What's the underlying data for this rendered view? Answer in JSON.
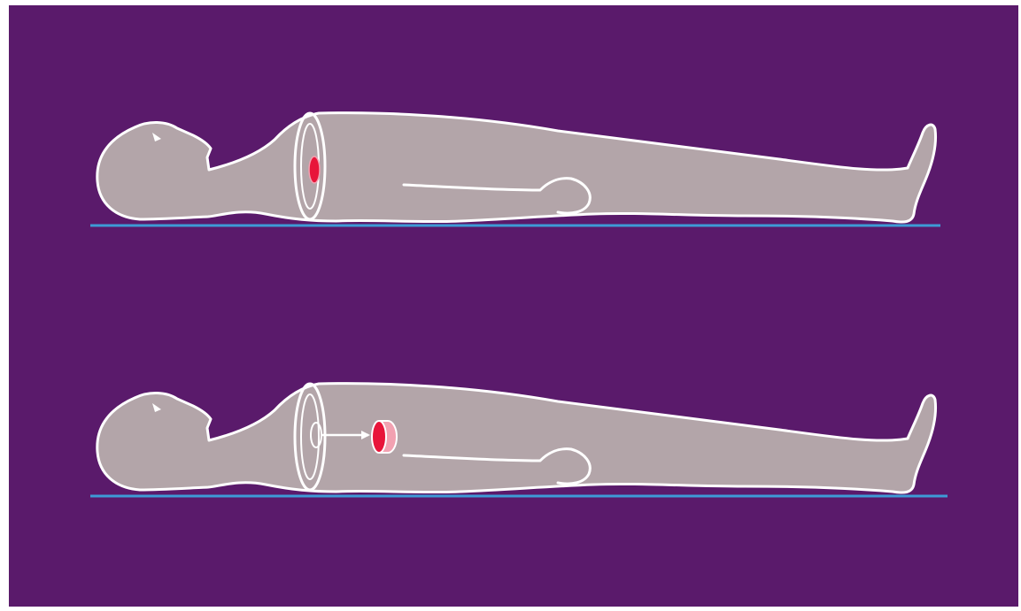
{
  "colors": {
    "background": "#5a1a6b",
    "frame": "#ffffff",
    "body_fill": "#b3a5a9",
    "outline": "#ffffff",
    "table_line": "#3d9bd6",
    "slice_red": "#e8153a",
    "slice_pink": "#f2a1b1"
  },
  "panels": [
    {
      "id": "top",
      "slice_mode": "in-body"
    },
    {
      "id": "bottom",
      "slice_mode": "extracted"
    }
  ]
}
